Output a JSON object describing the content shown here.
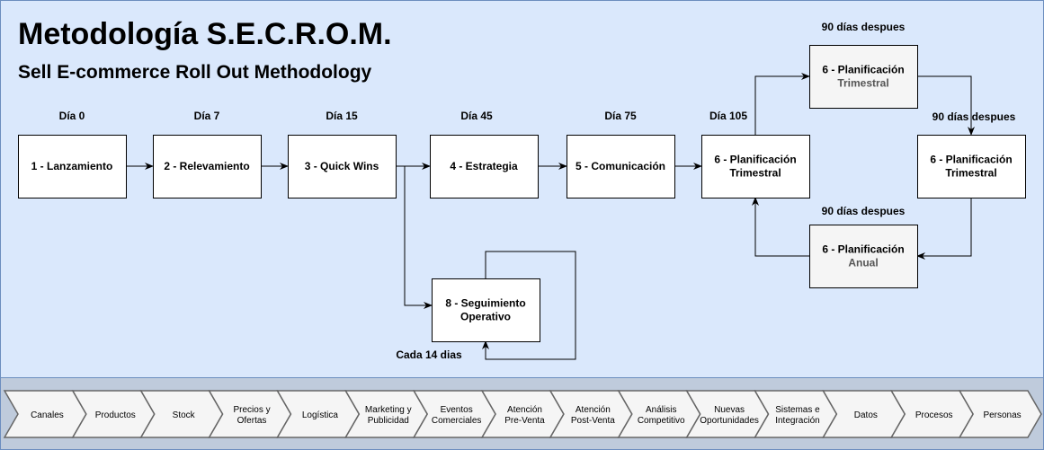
{
  "title": "Metodología S.E.C.R.O.M.",
  "subtitle": "Sell E-commerce Roll Out Methodology",
  "colors": {
    "background": "#dae8fc",
    "border": "#6c8ebf",
    "band": "#bfcbdc",
    "box": "#ffffff",
    "box_gray": "#f5f5f5",
    "chevron": "#f5f5f5"
  },
  "day_labels": [
    "Día 0",
    "Día 7",
    "Día 15",
    "Día 45",
    "Día 75",
    "Día 105"
  ],
  "steps": [
    {
      "lines": [
        "1 - Lanzamiento"
      ]
    },
    {
      "lines": [
        "2 - Relevamiento"
      ]
    },
    {
      "lines": [
        "3 - Quick Wins"
      ]
    },
    {
      "lines": [
        "4 - Estrategia"
      ]
    },
    {
      "lines": [
        "5 - Comunicación"
      ]
    },
    {
      "lines": [
        "6 - Planificación",
        "Trimestral"
      ]
    }
  ],
  "cycle": {
    "top": {
      "lines": [
        "6 - Planificación",
        "Trimestral"
      ],
      "label": "90 días despues"
    },
    "right": {
      "lines": [
        "6 - Planificación",
        "Trimestral"
      ],
      "label": "90 días despues"
    },
    "bottom": {
      "lines": [
        "6 - Planificación",
        "Anual"
      ],
      "label": "90 días despues"
    }
  },
  "followup": {
    "lines": [
      "8 - Seguimiento",
      "Operativo"
    ],
    "label": "Cada 14 dias"
  },
  "chevrons": [
    [
      "Canales"
    ],
    [
      "Productos"
    ],
    [
      "Stock"
    ],
    [
      "Precios y",
      "Ofertas"
    ],
    [
      "Logística"
    ],
    [
      "Marketing y",
      "Publicidad"
    ],
    [
      "Eventos",
      "Comerciales"
    ],
    [
      "Atención",
      "Pre-Venta"
    ],
    [
      "Atención",
      "Post-Venta"
    ],
    [
      "Análisis",
      "Competitivo"
    ],
    [
      "Nuevas",
      "Oportunidades"
    ],
    [
      "Sistemas e",
      "Integración"
    ],
    [
      "Datos"
    ],
    [
      "Procesos"
    ],
    [
      "Personas"
    ]
  ]
}
